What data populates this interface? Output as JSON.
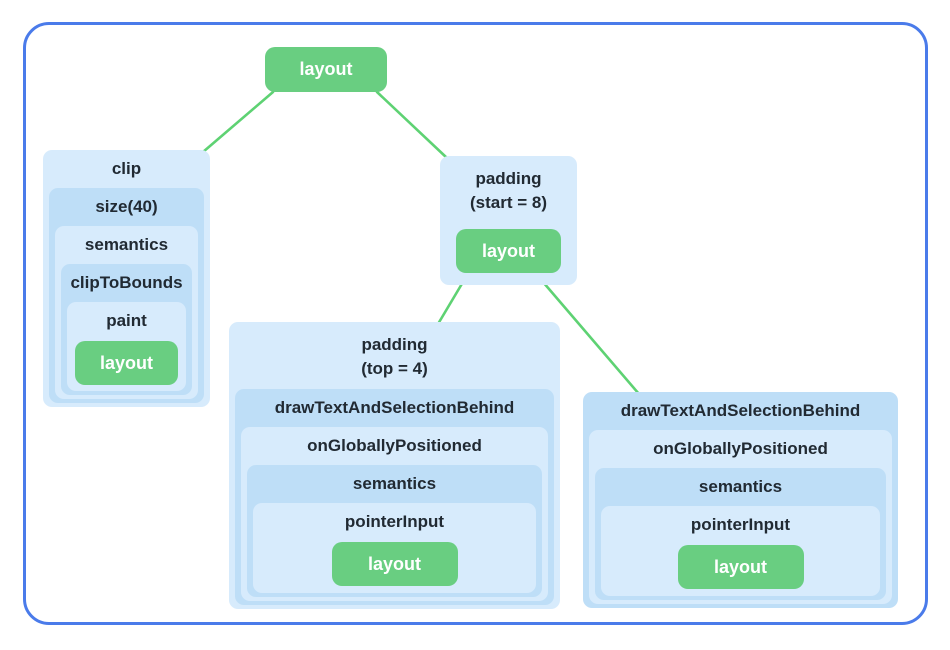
{
  "colors": {
    "frame-blue": "#4a7bea",
    "panel-light": "#d7ebfc",
    "panel-dark": "#bedef7",
    "node-green": "#69ce81",
    "edge-green": "#5ed273",
    "text-dark": "#212a33",
    "leaf-text": "#ffffff"
  },
  "diagram": {
    "root": {
      "label": "layout"
    },
    "clip_chain": {
      "levels": [
        "clip",
        "size(40)",
        "semantics",
        "clipToBounds",
        "paint"
      ],
      "leaf": "layout"
    },
    "padding_start": {
      "title": "padding",
      "subtitle": "(start = 8)",
      "leaf": "layout"
    },
    "padding_top": {
      "title": "padding",
      "subtitle": "(top = 4)",
      "levels": [
        "drawTextAndSelectionBehind",
        "onGloballyPositioned",
        "semantics",
        "pointerInput"
      ],
      "leaf": "layout"
    },
    "draw_text": {
      "levels": [
        "drawTextAndSelectionBehind",
        "onGloballyPositioned",
        "semantics",
        "pointerInput"
      ],
      "leaf": "layout"
    }
  }
}
